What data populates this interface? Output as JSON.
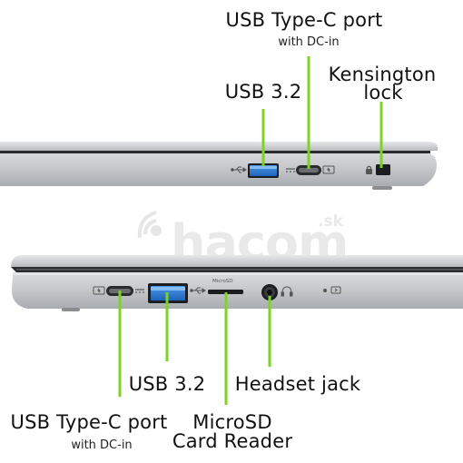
{
  "top_view": {
    "labels": {
      "usb_c_title": "USB Type-C port",
      "usb_c_sub": "with DC-in",
      "usb32": "USB 3.2",
      "kensington_line1": "Kensington",
      "kensington_line2": "lock"
    }
  },
  "bottom_view": {
    "labels": {
      "usb32": "USB 3.2",
      "headset": "Headset jack",
      "usb_c_title": "USB Type-C port",
      "usb_c_sub": "with DC-in",
      "microsd_line1": "MicroSD",
      "microsd_line2": "Card Reader",
      "microsd_silk": "MicroSD"
    }
  },
  "watermark": {
    "text": "hacom",
    "tld": ".sk"
  },
  "colors": {
    "leader_line": "#7dd321",
    "usb_blue": "#2e7fd8",
    "chassis": "#c9cbcf",
    "chassis_dark": "#8f9297"
  }
}
